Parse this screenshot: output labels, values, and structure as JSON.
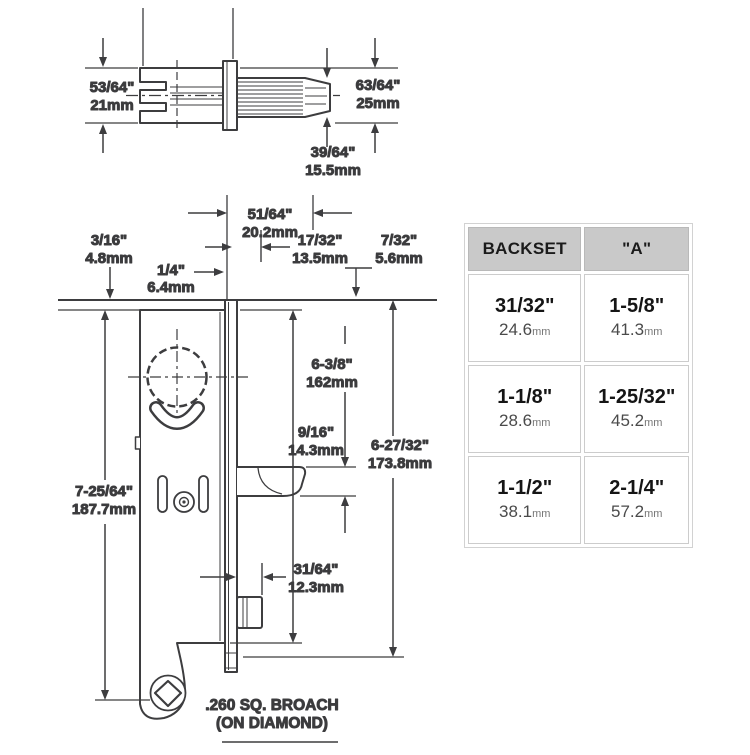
{
  "dims": {
    "top_left_in": "53/64\"",
    "top_left_mm": "21mm",
    "top_right_in": "63/64\"",
    "top_right_mm": "25mm",
    "top_bolt_in": "39/64\"",
    "top_bolt_mm": "15.5mm",
    "backset_in": "51/64\"",
    "backset_mm": "20.2mm",
    "edge_in": "3/16\"",
    "edge_mm": "4.8mm",
    "face_in": "1/4\"",
    "face_mm": "6.4mm",
    "d17_in": "17/32\"",
    "d17_mm": "13.5mm",
    "d7_in": "7/32\"",
    "d7_mm": "5.6mm",
    "body_in": "6-3/8\"",
    "body_mm": "162mm",
    "bolt_in": "9/16\"",
    "bolt_mm": "14.3mm",
    "right_in": "6-27/32\"",
    "right_mm": "173.8mm",
    "left_in": "7-25/64\"",
    "left_mm": "187.7mm",
    "aux_in": "31/64\"",
    "aux_mm": "12.3mm"
  },
  "notes": {
    "broach_1": ".260 SQ. BROACH",
    "broach_2": "(ON DIAMOND)"
  },
  "table": {
    "headers": [
      "BACKSET",
      "\"A\""
    ],
    "units": "mm",
    "rows": [
      {
        "backset_in": "31/32\"",
        "backset_mm": "24.6",
        "a_in": "1-5/8\"",
        "a_mm": "41.3"
      },
      {
        "backset_in": "1-1/8\"",
        "backset_mm": "28.6",
        "a_in": "1-25/32\"",
        "a_mm": "45.2"
      },
      {
        "backset_in": "1-1/2\"",
        "backset_mm": "38.1",
        "a_in": "2-1/4\"",
        "a_mm": "57.2"
      }
    ]
  },
  "colors": {
    "line": "#3d3d3f",
    "label": "#3b3b3d",
    "table_header_bg": "#c9c9c9",
    "table_border": "#cccccc"
  }
}
